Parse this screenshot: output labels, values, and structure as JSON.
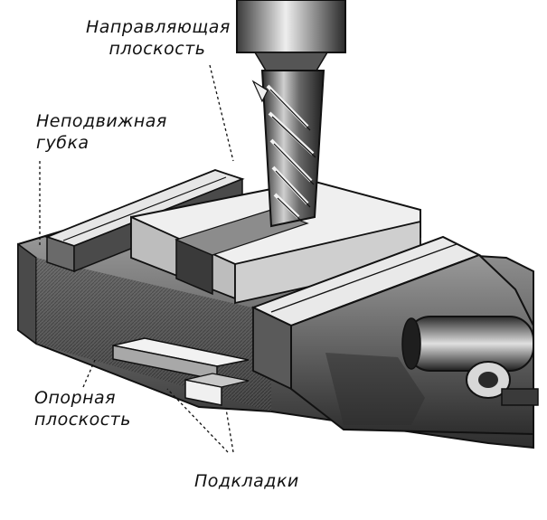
{
  "labels": {
    "guide_plane": [
      "Направляющая",
      "плоскость"
    ],
    "fixed_jaw": [
      "Неподвижная",
      "губка"
    ],
    "support_plane": [
      "Опорная",
      "плоскость"
    ],
    "shims": "Подкладки"
  },
  "colors": {
    "ink": "#111111",
    "dark_metal": "#3a3a3a",
    "mid_metal": "#7a7a7a",
    "light_metal": "#d6d6d6",
    "paper": "#ffffff"
  }
}
